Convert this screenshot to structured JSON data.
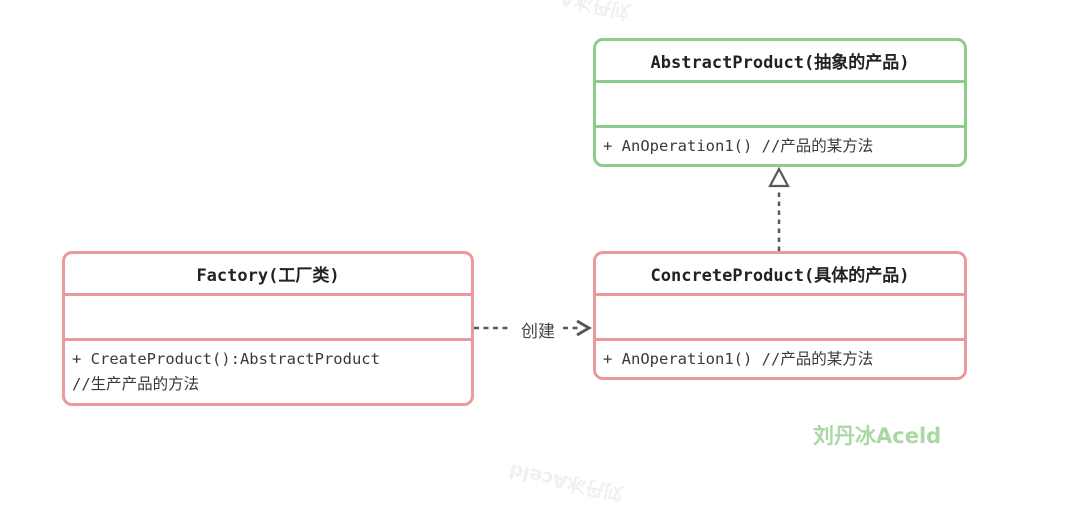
{
  "diagram": {
    "classes": [
      {
        "name": "AbstractProduct",
        "title": "AbstractProduct(抽象的产品)",
        "attributes": "",
        "methods": [
          "+ AnOperation1() //产品的某方法"
        ],
        "border_color": "#8ccd8e"
      },
      {
        "name": "Factory",
        "title": "Factory(工厂类)",
        "attributes": "",
        "methods": [
          "+ CreateProduct():AbstractProduct",
          "//生产产品的方法"
        ],
        "border_color": "#ec999d"
      },
      {
        "name": "ConcreteProduct",
        "title": "ConcreteProduct(具体的产品)",
        "attributes": "",
        "methods": [
          "+ AnOperation1() //产品的某方法"
        ],
        "border_color": "#ec999d"
      }
    ],
    "edges": [
      {
        "from": "Factory",
        "to": "ConcreteProduct",
        "style": "dashed-open-arrow",
        "label": "创建"
      },
      {
        "from": "ConcreteProduct",
        "to": "AbstractProduct",
        "style": "dashed-hollow-triangle",
        "label": ""
      }
    ],
    "arrow_color": "#58585a"
  },
  "watermark": {
    "signature": "刘丹冰Aceld",
    "signature_color": "#a9d8a3"
  }
}
